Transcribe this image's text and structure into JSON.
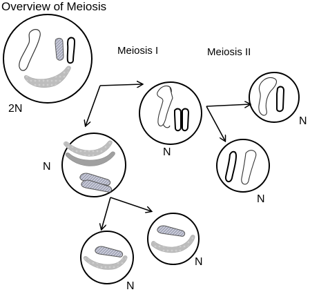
{
  "title": "Overview of Meiosis",
  "stages": {
    "meiosis_1": "Meiosis I",
    "meiosis_2": "Meiosis II"
  },
  "ploidy": {
    "parent": "2N",
    "after_m1_top": "N",
    "after_m1_bottom": "N",
    "after_m2_a": "N",
    "after_m2_b": "N",
    "after_m2_c": "N",
    "after_m2_d": "N"
  },
  "colors": {
    "stroke": "#000000",
    "chrom_outline": "#333333",
    "chrom_gray": "#b8b8b8",
    "chrom_gray_dark": "#9a9a9a",
    "chrom_hatched": "#8a8fa8"
  }
}
